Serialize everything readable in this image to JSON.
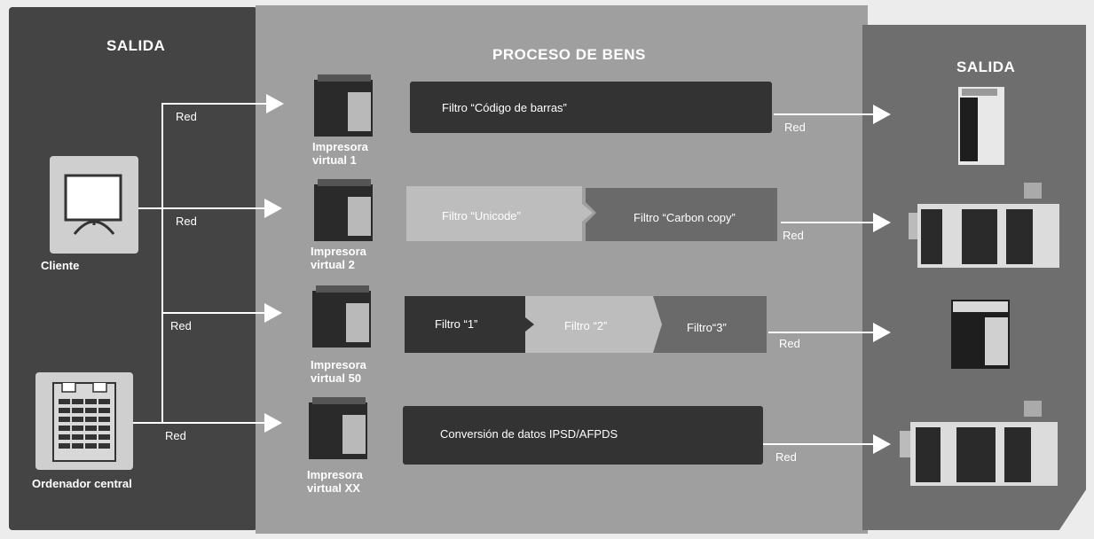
{
  "left_panel": {
    "title": "SALIDA",
    "client_label": "Cliente",
    "mainframe_label": "Ordenador central",
    "net_labels": [
      "Red",
      "Red",
      "Red",
      "Red"
    ]
  },
  "middle_panel": {
    "title": "PROCESO DE BENS",
    "printers": [
      {
        "line1": "Impresora",
        "line2": "virtual 1"
      },
      {
        "line1": "Impresora",
        "line2": "virtual 2"
      },
      {
        "line1": "Impresora",
        "line2": "virtual 50"
      },
      {
        "line1": "Impresora",
        "line2": "virtual XX"
      }
    ],
    "rows": [
      {
        "filters": [
          "Filtro “Código de barras”"
        ]
      },
      {
        "filters": [
          "Filtro “Unicode”",
          "Filtro “Carbon copy”"
        ]
      },
      {
        "filters": [
          "Filtro “1”",
          "Filtro “2”",
          "Filtro“3”"
        ]
      },
      {
        "filters": [
          "Conversión de datos IPSD/AFPDS"
        ]
      }
    ],
    "output_net_labels": [
      "Red",
      "Red",
      "Red",
      "Red"
    ]
  },
  "right_panel": {
    "title": "SALIDA"
  },
  "icons": {
    "client": "monitor-icon",
    "mainframe": "server-icon",
    "virtual_printer": "printer-icon",
    "output_devices": [
      "printer-tower-icon",
      "production-printer-icon",
      "mfp-printer-icon",
      "production-printer-icon"
    ]
  },
  "colors": {
    "left_panel": "#444444",
    "middle_panel": "#9f9f9f",
    "right_panel": "#6e6e6e",
    "filter_dark": "#333333",
    "filter_light": "#bdbdbd",
    "filter_mid": "#6a6a6a"
  }
}
